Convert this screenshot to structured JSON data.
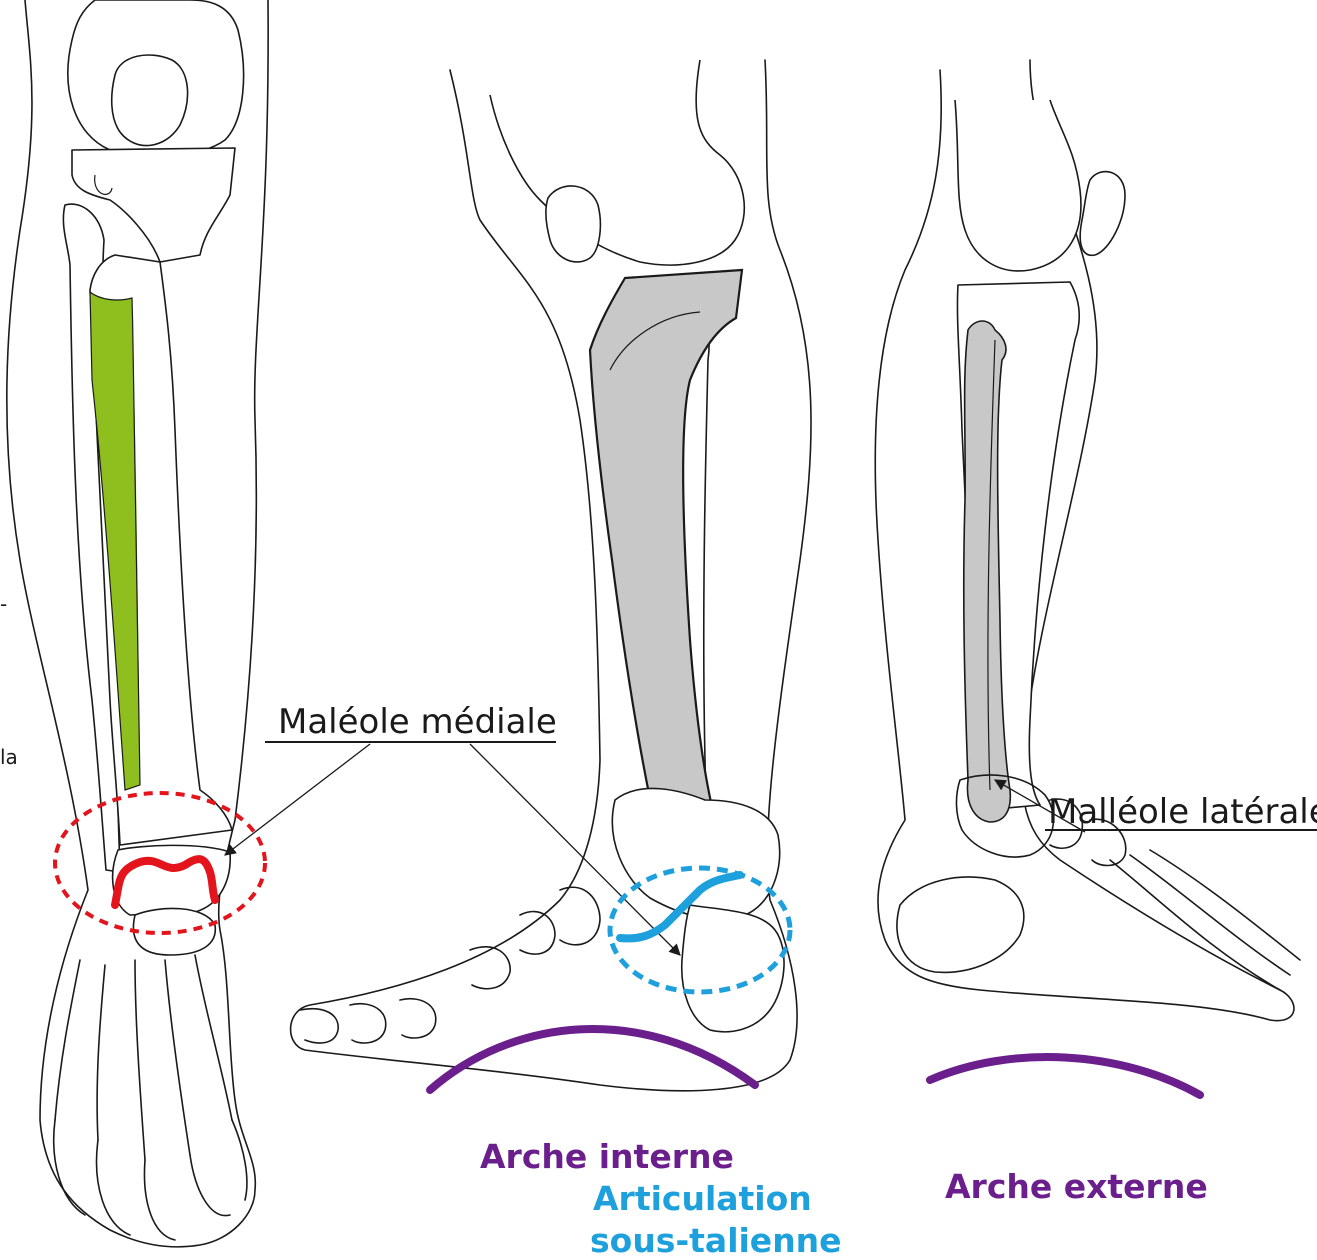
{
  "labels": {
    "medial_malleolus": "Maléole médiale",
    "lateral_malleolus": "Malléole latérale",
    "internal_arch": "Arche interne",
    "subtalar_line1": "Articulation",
    "subtalar_line2": "sous-talienne",
    "external_arch": "Arche externe",
    "edge_fragment_dash": "-",
    "edge_fragment_la": "la"
  },
  "colors": {
    "tibia_highlight": "#8fbe1f",
    "ankle_joint": "#e3141c",
    "subtalar_joint": "#1ea0dc",
    "arch": "#6a1f8c",
    "bone_shade": "#c8c8c8",
    "outline": "#1a1a1a"
  },
  "icons": {
    "arrow_head": "arrow-head-icon"
  }
}
